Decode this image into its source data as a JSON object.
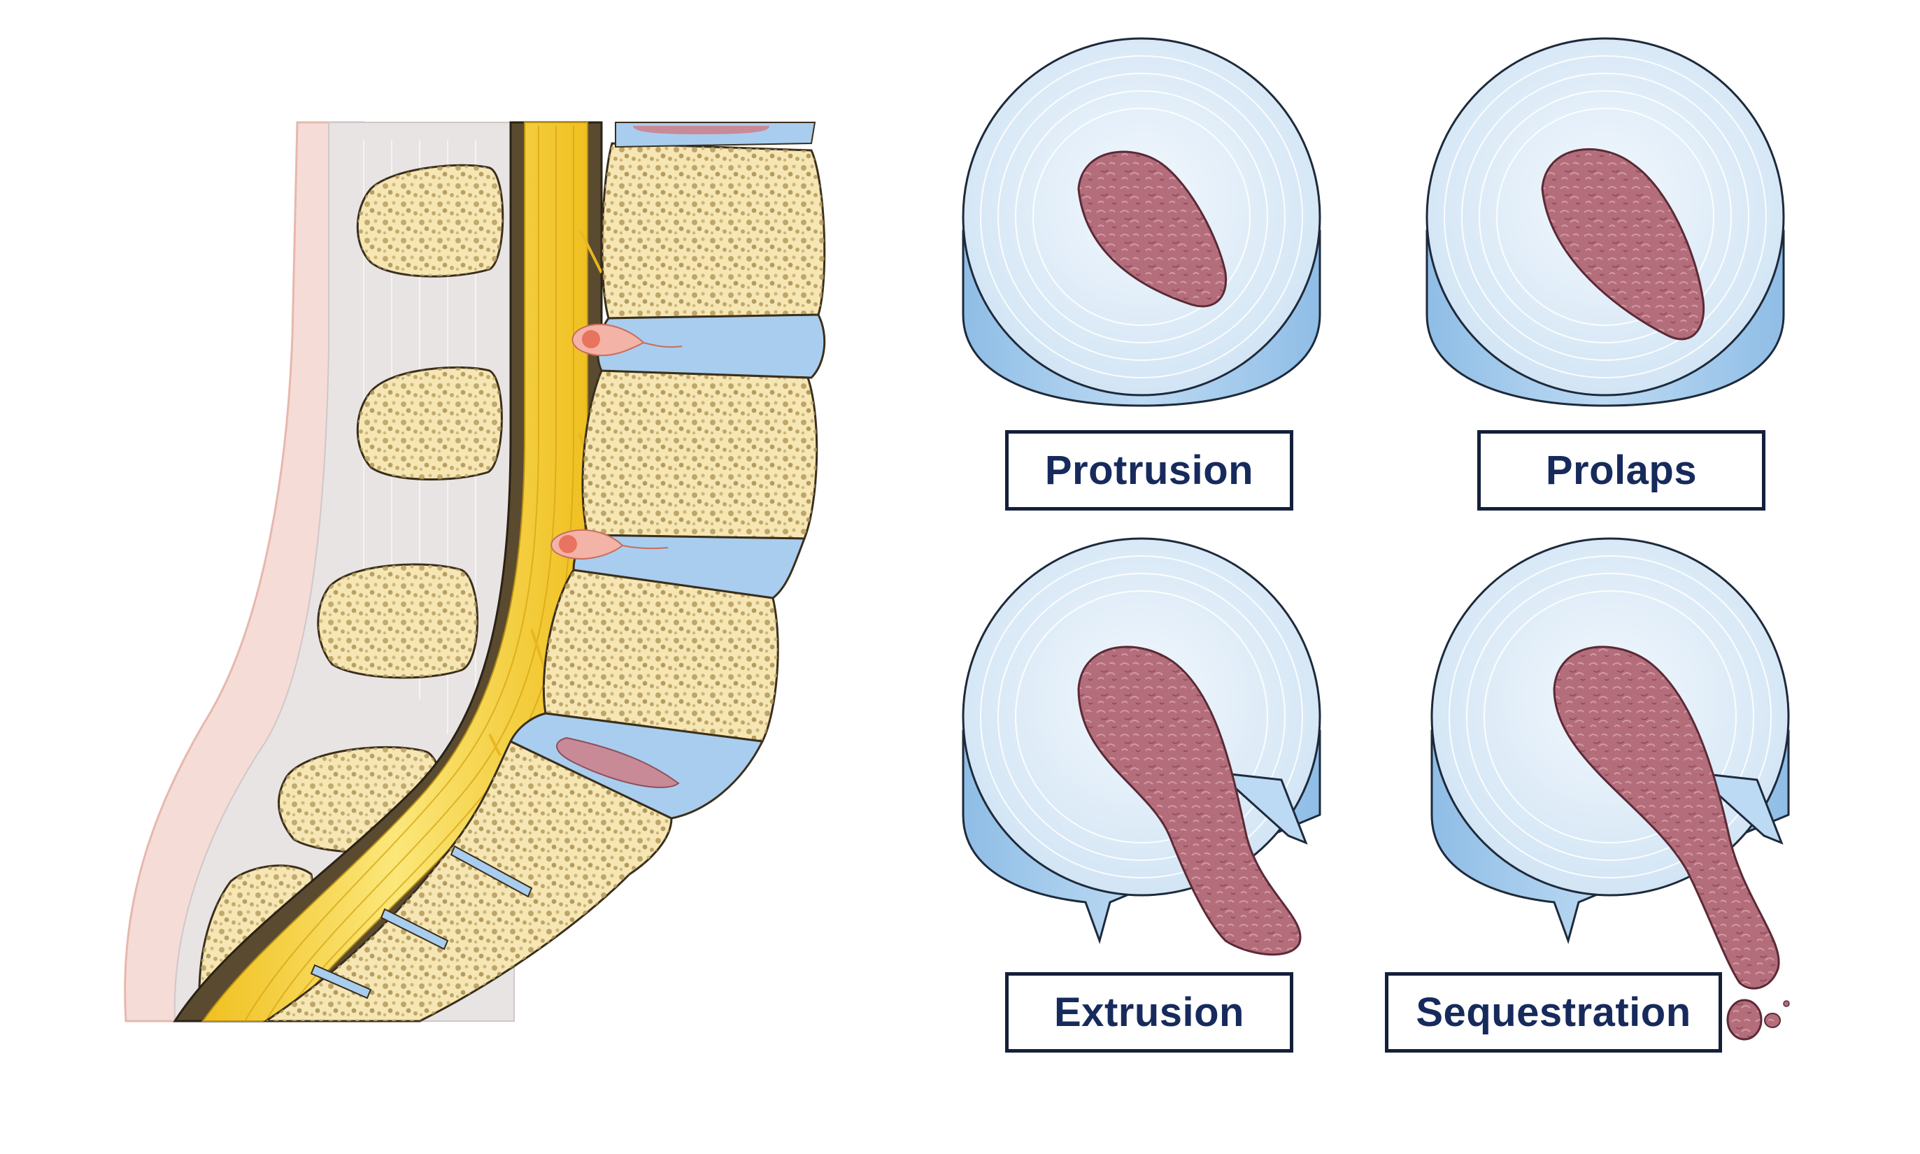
{
  "diagram": {
    "spine_section": {
      "name": "lumbar spine sagittal section"
    },
    "discs": [
      {
        "id": "protrusion",
        "label": "Protrusion"
      },
      {
        "id": "prolaps",
        "label": "Prolaps"
      },
      {
        "id": "extrusion",
        "label": "Extrusion"
      },
      {
        "id": "sequestration",
        "label": "Sequestration"
      }
    ]
  },
  "colors": {
    "bone": "#f6e6b4",
    "bone_outline": "#3a2f1c",
    "bone_pores": "#b59b5a",
    "disc_top": "#dbeaf6",
    "disc_side": "#a9cdee",
    "nucleus": "#b8707e",
    "spinal_cord": "#f3cf2e",
    "dura": "#5a4a30",
    "soft_tissue": "#e9e4e4",
    "skin": "#f6dcd6",
    "label_text": "#172a5c",
    "label_border": "#14203a"
  }
}
